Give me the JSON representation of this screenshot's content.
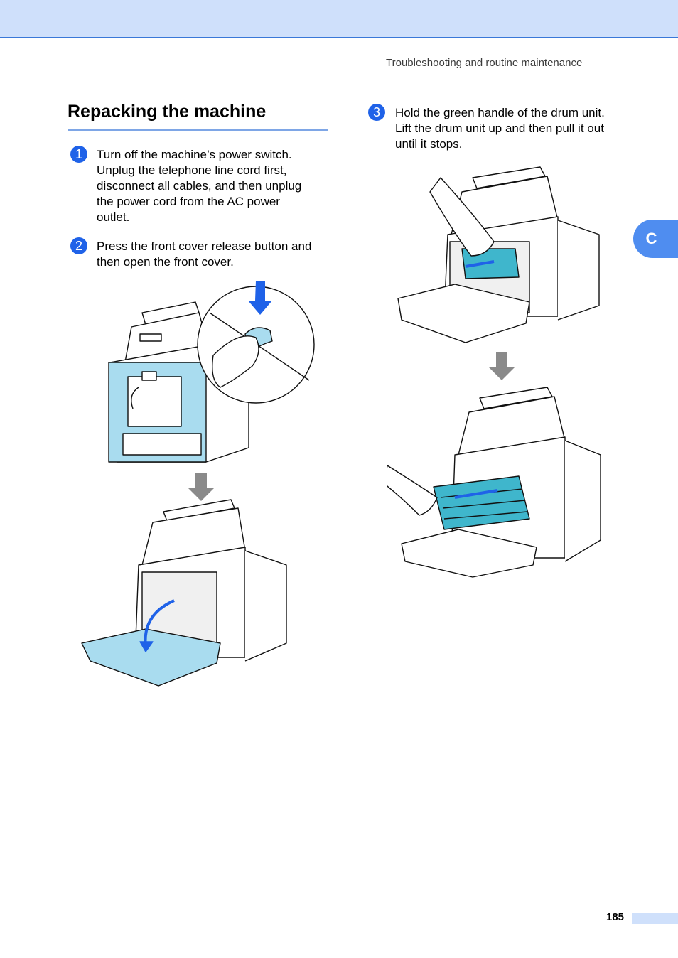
{
  "header": {
    "running_title": "Troubleshooting and routine maintenance"
  },
  "section": {
    "title": "Repacking the machine"
  },
  "steps": [
    {
      "number": "1",
      "lines": [
        "Turn off the machine’s power switch.",
        "Unplug the telephone line cord first,",
        "disconnect all cables, and then unplug",
        "the power cord from the AC power",
        "outlet."
      ]
    },
    {
      "number": "2",
      "lines": [
        "Press the front cover release button and",
        "then open the front cover."
      ]
    },
    {
      "number": "3",
      "lines": [
        "Hold the green handle of the drum unit.",
        "Lift the drum unit up and then pull it out",
        "until it stops."
      ]
    }
  ],
  "chapter_tab": {
    "label": "C"
  },
  "footer": {
    "page_number": "185"
  },
  "colors": {
    "accent_blue": "#1f62e8",
    "cover_blue": "#a9dcef",
    "drum_teal": "#3fb6cc",
    "arrow_gray": "#8a8a8a",
    "band": "#cfe0fb"
  }
}
